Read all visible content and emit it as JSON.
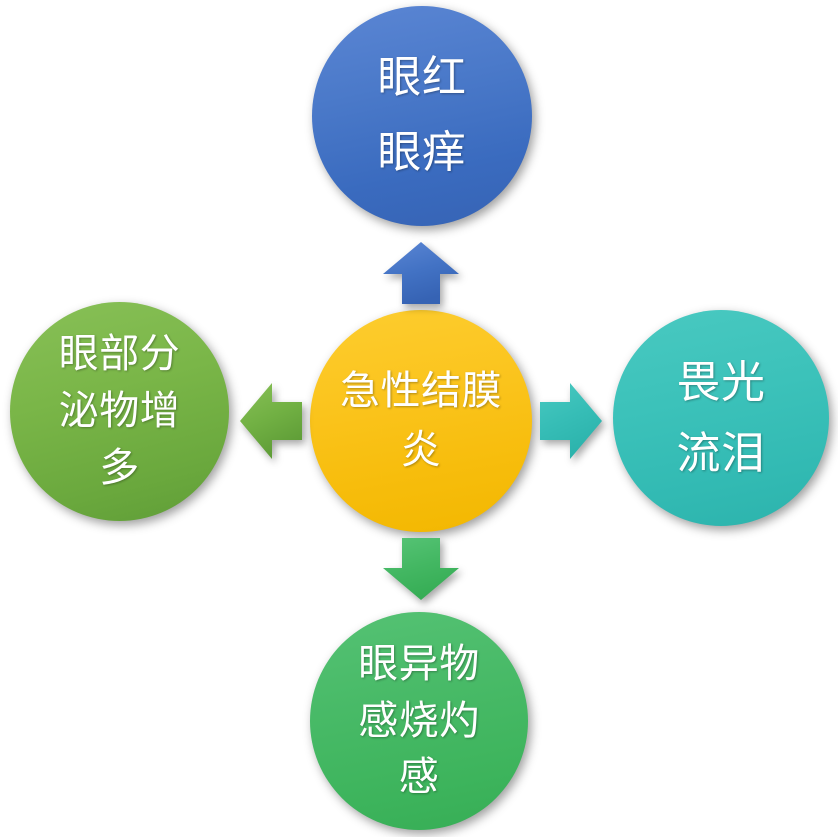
{
  "diagram": {
    "type": "radial-relationship",
    "title_node": {
      "id": "center",
      "text": "急性结膜炎",
      "color": "#f7bd0c",
      "position": "center"
    },
    "nodes": [
      {
        "id": "top",
        "text": "眼红\n眼痒",
        "color": "#3a6bbf",
        "position": "top"
      },
      {
        "id": "left",
        "text": "眼部分\n泌物增\n多",
        "color": "#6aa83d",
        "position": "left"
      },
      {
        "id": "right",
        "text": "畏光\n流泪",
        "color": "#32bab3",
        "position": "right"
      },
      {
        "id": "bottom",
        "text": "眼异物\n感烧灼\n感",
        "color": "#3db45c",
        "position": "bottom"
      }
    ],
    "arrows": [
      {
        "id": "arrow-up",
        "direction": "up",
        "color": "#3a6bbf",
        "from": "center",
        "to": "top"
      },
      {
        "id": "arrow-right",
        "direction": "right",
        "color": "#32bab3",
        "from": "center",
        "to": "right"
      },
      {
        "id": "arrow-down",
        "direction": "down",
        "color": "#3db45c",
        "from": "center",
        "to": "bottom"
      },
      {
        "id": "arrow-left",
        "direction": "left",
        "color": "#6aa83d",
        "from": "center",
        "to": "left"
      }
    ],
    "background_color": "#ffffff"
  }
}
